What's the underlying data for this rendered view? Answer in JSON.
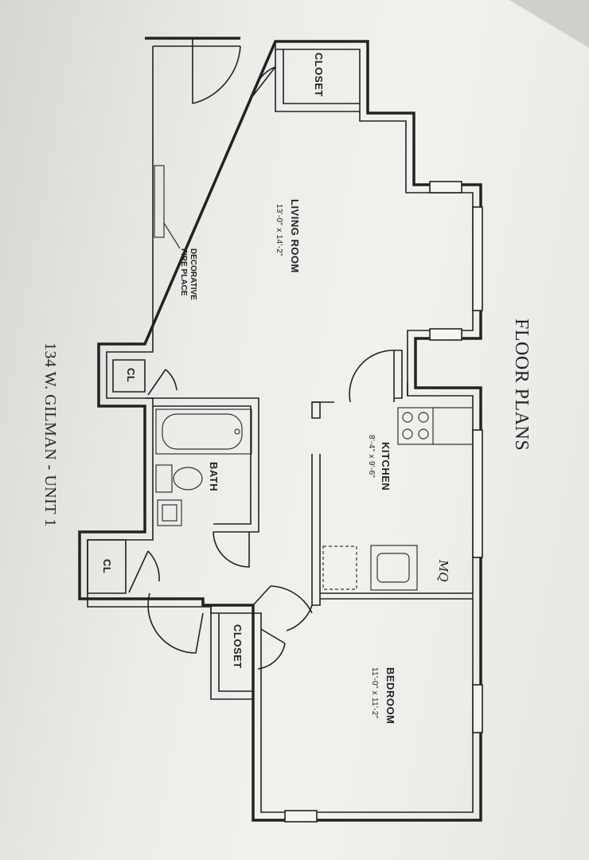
{
  "header": {
    "title": "FLOOR PLANS"
  },
  "caption": "134 W. GILMAN - UNIT 1",
  "rooms": {
    "living_room": {
      "label": "LIVING ROOM",
      "dims": "13'-0\" x 14'-2\""
    },
    "kitchen": {
      "label": "KITCHEN",
      "dims": "8'-4\" x 9'-6\""
    },
    "bedroom": {
      "label": "BEDROOM",
      "dims": "11'-0\" x 11'-2\""
    },
    "bath": {
      "label": "BATH"
    }
  },
  "closets": {
    "living_closet": "CLOSET",
    "bedroom_closet": "CLOSET",
    "hall_closet_1": "CL",
    "hall_closet_2": "CL"
  },
  "annotations": {
    "fireplace_line1": "DECORATIVE",
    "fireplace_line2": "FIRE PLACE",
    "handwritten": "MQ"
  }
}
